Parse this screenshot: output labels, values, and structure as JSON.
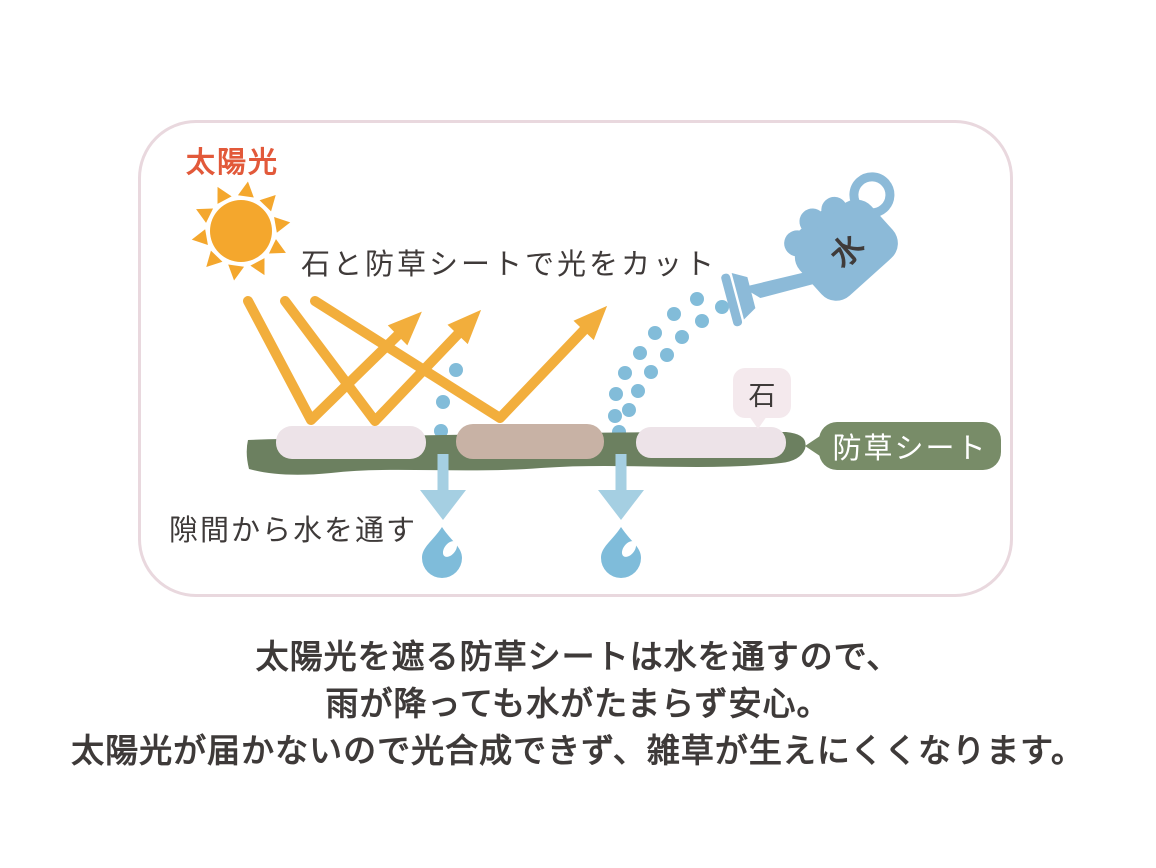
{
  "figure": {
    "sun_label": "太陽光",
    "caption": "石と防草シートで光をカット",
    "can_label": "水",
    "stone_label": "石",
    "sheet_label": "防草シート",
    "gap_note": "隙間から水を通す"
  },
  "description": {
    "line1": "太陽光を遮る防草シートは水を通すので、",
    "line2": "雨が降っても水がたまらず安心。",
    "line3": "太陽光が届かないので光合成できず、雑草が生えにくくなります。"
  },
  "colors": {
    "sun_label_orange": "#e2593a",
    "sun_yellow": "#f4a72d",
    "light_ray_orange": "#f2ae3c",
    "water_blue": "#82bcd9",
    "can_blue": "#8cbad8",
    "seep_arrow_blue": "#a5cfe2",
    "sheet_green": "#6c8060",
    "sheet_label_green": "#788c68",
    "stone_pink": "#ede3e8",
    "stone_tan": "#c8b2a5",
    "stone_bubble_pink": "#f4e9ed",
    "text_dark": "#3e3a39",
    "panel_border_pink": "#e9d8de"
  }
}
